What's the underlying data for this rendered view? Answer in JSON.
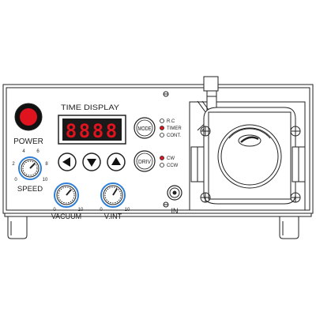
{
  "colors": {
    "line": "#222222",
    "led_red": "#e0141e",
    "digit_red": "#e0141e",
    "knob_blue": "#2f7fd6",
    "display_bg": "#1a1a1a"
  },
  "power": {
    "label": "POWER"
  },
  "display": {
    "title": "TIME DISPLAY",
    "digits": [
      "8",
      "8",
      "8",
      "8"
    ]
  },
  "buttons": {
    "left_icon": "left-triangle-icon",
    "down_icon": "down-triangle-icon",
    "up_icon": "up-triangle-icon"
  },
  "mode": {
    "label": "MODE",
    "options": [
      {
        "label": "R.C",
        "active": false
      },
      {
        "label": "TIMER",
        "active": true
      },
      {
        "label": "CONT.",
        "active": false
      }
    ]
  },
  "drive": {
    "label": "DRIV",
    "options": [
      {
        "label": "CW",
        "active": true
      },
      {
        "label": "CCW",
        "active": false
      }
    ]
  },
  "speed": {
    "label": "SPEED",
    "scale": [
      "0",
      "2",
      "4",
      "6",
      "8",
      "10"
    ]
  },
  "vacuum": {
    "label": "VACUUM",
    "min": "0",
    "max": "10"
  },
  "vint": {
    "label": "V.INT",
    "min": "0",
    "max": "10"
  },
  "input": {
    "label": "IN"
  }
}
